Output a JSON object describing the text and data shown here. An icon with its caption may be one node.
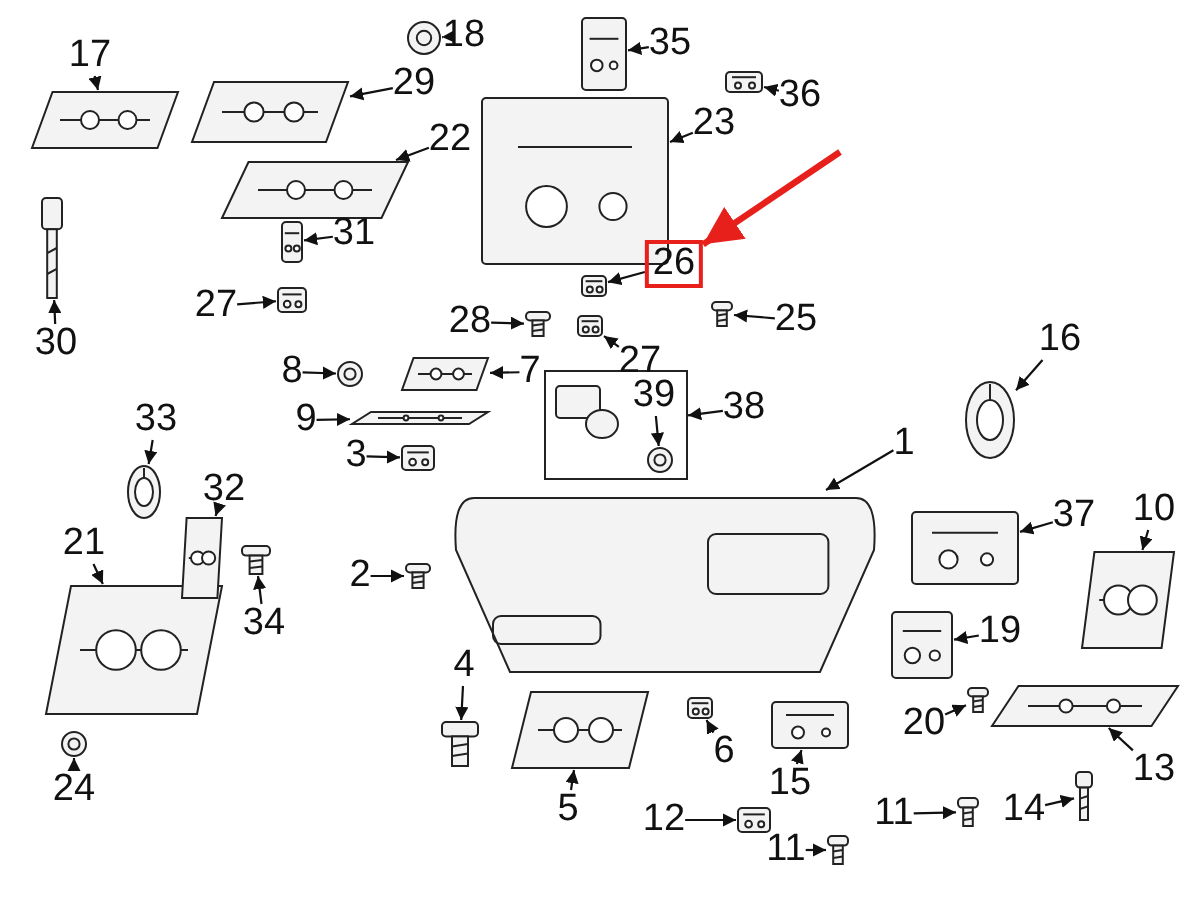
{
  "diagram": {
    "nodes": [
      {
        "text": [
          "1"
        ]
      },
      {
        "text": [],
        "shape": "picture"
      },
      {
        "text": [
          "2"
        ]
      },
      {
        "text": [],
        "shape": "picture"
      },
      {
        "text": [
          "3"
        ]
      },
      {
        "text": [],
        "shape": "picture"
      },
      {
        "text": [
          "4"
        ]
      },
      {
        "text": [],
        "shape": "picture"
      },
      {
        "text": [
          "5"
        ]
      },
      {
        "text": [],
        "shape": "picture"
      },
      {
        "text": [
          "6"
        ]
      },
      {
        "text": [],
        "shape": "picture"
      },
      {
        "text": [
          "7"
        ]
      },
      {
        "text": [],
        "shape": "picture"
      },
      {
        "text": [
          "8"
        ]
      },
      {
        "text": [],
        "shape": "picture"
      },
      {
        "text": [
          "9"
        ]
      },
      {
        "text": [],
        "shape": "picture"
      },
      {
        "text": [
          "10"
        ]
      },
      {
        "text": [],
        "shape": "picture"
      },
      {
        "text": [
          "11"
        ]
      },
      {
        "text": [],
        "shape": "picture"
      },
      {
        "text": [
          "11"
        ]
      },
      {
        "text": [],
        "shape": "picture"
      },
      {
        "text": [
          "12"
        ]
      },
      {
        "text": [],
        "shape": "picture"
      },
      {
        "text": [
          "13"
        ]
      },
      {
        "text": [],
        "shape": "picture"
      },
      {
        "text": [
          "14"
        ]
      },
      {
        "text": [],
        "shape": "picture"
      },
      {
        "text": [
          "15"
        ]
      },
      {
        "text": [],
        "shape": "picture"
      },
      {
        "text": [
          "16"
        ]
      },
      {
        "text": [],
        "shape": "picture"
      },
      {
        "text": [
          "17"
        ]
      },
      {
        "text": [],
        "shape": "picture"
      },
      {
        "text": [
          "18"
        ]
      },
      {
        "text": [],
        "shape": "picture"
      },
      {
        "text": [
          "19"
        ]
      },
      {
        "text": [],
        "shape": "picture"
      },
      {
        "text": [
          "20"
        ]
      },
      {
        "text": [],
        "shape": "picture"
      },
      {
        "text": [
          "21"
        ]
      },
      {
        "text": [],
        "shape": "picture"
      },
      {
        "text": [
          "22"
        ]
      },
      {
        "text": [],
        "shape": "picture"
      },
      {
        "text": [
          "23"
        ]
      },
      {
        "text": [],
        "shape": "picture"
      },
      {
        "text": [
          "24"
        ]
      },
      {
        "text": [],
        "shape": "picture"
      },
      {
        "text": [
          "25"
        ]
      },
      {
        "text": [],
        "shape": "picture"
      },
      {
        "text": [
          "26"
        ]
      },
      {
        "text": [],
        "shape": "picture"
      },
      {
        "text": [
          "27"
        ]
      },
      {
        "text": [],
        "shape": "picture"
      },
      {
        "text": [
          "27"
        ]
      },
      {
        "text": [],
        "shape": "picture"
      },
      {
        "text": [
          "28"
        ]
      },
      {
        "text": [],
        "shape": "picture"
      },
      {
        "text": [
          "29"
        ]
      },
      {
        "text": [],
        "shape": "picture"
      },
      {
        "text": [
          "30"
        ]
      },
      {
        "text": [],
        "shape": "picture"
      },
      {
        "text": [
          "31"
        ]
      },
      {
        "text": [],
        "shape": "picture"
      },
      {
        "text": [
          "32"
        ]
      },
      {
        "text": [],
        "shape": "picture"
      },
      {
        "text": [
          "33"
        ]
      },
      {
        "text": [],
        "shape": "picture"
      },
      {
        "text": [
          "34"
        ]
      },
      {
        "text": [],
        "shape": "picture"
      },
      {
        "text": [
          "35"
        ]
      },
      {
        "text": [],
        "shape": "picture"
      },
      {
        "text": [
          "36"
        ]
      },
      {
        "text": [],
        "shape": "picture"
      },
      {
        "text": [
          "37"
        ]
      },
      {
        "text": [],
        "shape": "picture"
      },
      {
        "text": [
          "38"
        ]
      },
      {
        "text": [],
        "shape": "picture"
      },
      {
        "text": [
          "39"
        ],
        "in": 79
      },
      {
        "text": [],
        "shape": "picture",
        "in": 79
      }
    ],
    "edges": [
      {
        "from": 0,
        "to": 1,
        "arrow": "to"
      },
      {
        "from": 2,
        "to": 3,
        "arrow": "to"
      },
      {
        "from": 4,
        "to": 5,
        "arrow": "to"
      },
      {
        "from": 6,
        "to": 7,
        "arrow": "to"
      },
      {
        "from": 8,
        "to": 9,
        "arrow": "to"
      },
      {
        "from": 10,
        "to": 11,
        "arrow": "to"
      },
      {
        "from": 12,
        "to": 13,
        "arrow": "to"
      },
      {
        "from": 14,
        "to": 15,
        "arrow": "to"
      },
      {
        "from": 16,
        "to": 17,
        "arrow": "to"
      },
      {
        "from": 18,
        "to": 19,
        "arrow": "to"
      },
      {
        "from": 20,
        "to": 21,
        "arrow": "to"
      },
      {
        "from": 22,
        "to": 23,
        "arrow": "to"
      },
      {
        "from": 24,
        "to": 25,
        "arrow": "to"
      },
      {
        "from": 26,
        "to": 27,
        "arrow": "to"
      },
      {
        "from": 28,
        "to": 29,
        "arrow": "to"
      },
      {
        "from": 30,
        "to": 31,
        "arrow": "to"
      },
      {
        "from": 32,
        "to": 33,
        "arrow": "to"
      },
      {
        "from": 34,
        "to": 35,
        "arrow": "to"
      },
      {
        "from": 36,
        "to": 37,
        "arrow": "to"
      },
      {
        "from": 38,
        "to": 39,
        "arrow": "to"
      },
      {
        "from": 40,
        "to": 41,
        "arrow": "to"
      },
      {
        "from": 42,
        "to": 43,
        "arrow": "to"
      },
      {
        "from": 44,
        "to": 45,
        "arrow": "to"
      },
      {
        "from": 46,
        "to": 47,
        "arrow": "to"
      },
      {
        "from": 48,
        "to": 49,
        "arrow": "to"
      },
      {
        "from": 50,
        "to": 51,
        "arrow": "to"
      },
      {
        "from": 52,
        "to": 53,
        "arrow": "to"
      },
      {
        "from": 54,
        "to": 55,
        "arrow": "to"
      },
      {
        "from": 56,
        "to": 57,
        "arrow": "to"
      },
      {
        "from": 58,
        "to": 59,
        "arrow": "to"
      },
      {
        "from": 60,
        "to": 61,
        "arrow": "to"
      },
      {
        "from": 62,
        "to": 63,
        "arrow": "to"
      },
      {
        "from": 64,
        "to": 65,
        "arrow": "to"
      },
      {
        "from": 66,
        "to": 67,
        "arrow": "to"
      },
      {
        "from": 68,
        "to": 69,
        "arrow": "to"
      },
      {
        "from": 70,
        "to": 71,
        "arrow": "to"
      },
      {
        "from": 72,
        "to": 73,
        "arrow": "to"
      },
      {
        "from": 74,
        "to": 75,
        "arrow": "to"
      },
      {
        "from": 76,
        "to": 77,
        "arrow": "to"
      },
      {
        "from": 78,
        "to": 79,
        "arrow": "to"
      },
      {
        "from": 80,
        "to": 81,
        "arrow": "to"
      },
      {
        "from": null,
        "to": 52,
        "arrow": "to",
        "color": "#e8201c",
        "style": "thick"
      }
    ]
  }
}
